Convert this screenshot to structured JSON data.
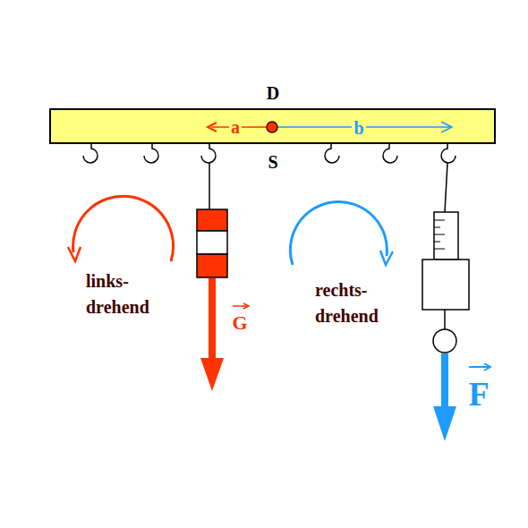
{
  "diagram": {
    "labels": [
      "D",
      "a",
      "b",
      "S",
      "links- drehend",
      "rechts- drehend",
      "G",
      "F"
    ]
  }
}
